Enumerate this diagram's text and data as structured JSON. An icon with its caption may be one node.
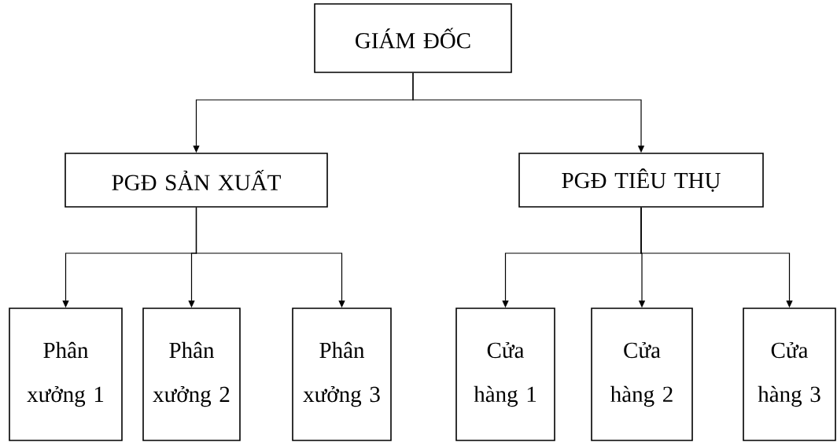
{
  "diagram": {
    "nodes": [
      {
        "text": [
          "GIÁM ĐỐC"
        ]
      },
      {
        "text": [
          "PGĐ SẢN XUẤT"
        ]
      },
      {
        "text": [
          "PGĐ TIÊU THỤ"
        ]
      },
      {
        "text": [
          "Phân xưởng 1"
        ]
      },
      {
        "text": [
          "Phân xưởng 2"
        ]
      },
      {
        "text": [
          "Phân xưởng 3"
        ]
      },
      {
        "text": [
          "Cửa hàng 1"
        ]
      },
      {
        "text": [
          "Cửa hàng 2"
        ]
      },
      {
        "text": [
          "Cửa hàng 3"
        ]
      }
    ],
    "edges": [
      {
        "from": 0,
        "to": 1,
        "arrow": "to"
      },
      {
        "from": 0,
        "to": 2,
        "arrow": "to"
      },
      {
        "from": 1,
        "to": 3,
        "arrow": "to"
      },
      {
        "from": 1,
        "to": 4,
        "arrow": "to"
      },
      {
        "from": 1,
        "to": 5,
        "arrow": "to"
      },
      {
        "from": 2,
        "to": 6,
        "arrow": "to"
      },
      {
        "from": 2,
        "to": 7,
        "arrow": "to"
      },
      {
        "from": 2,
        "to": 8,
        "arrow": "to"
      }
    ]
  }
}
